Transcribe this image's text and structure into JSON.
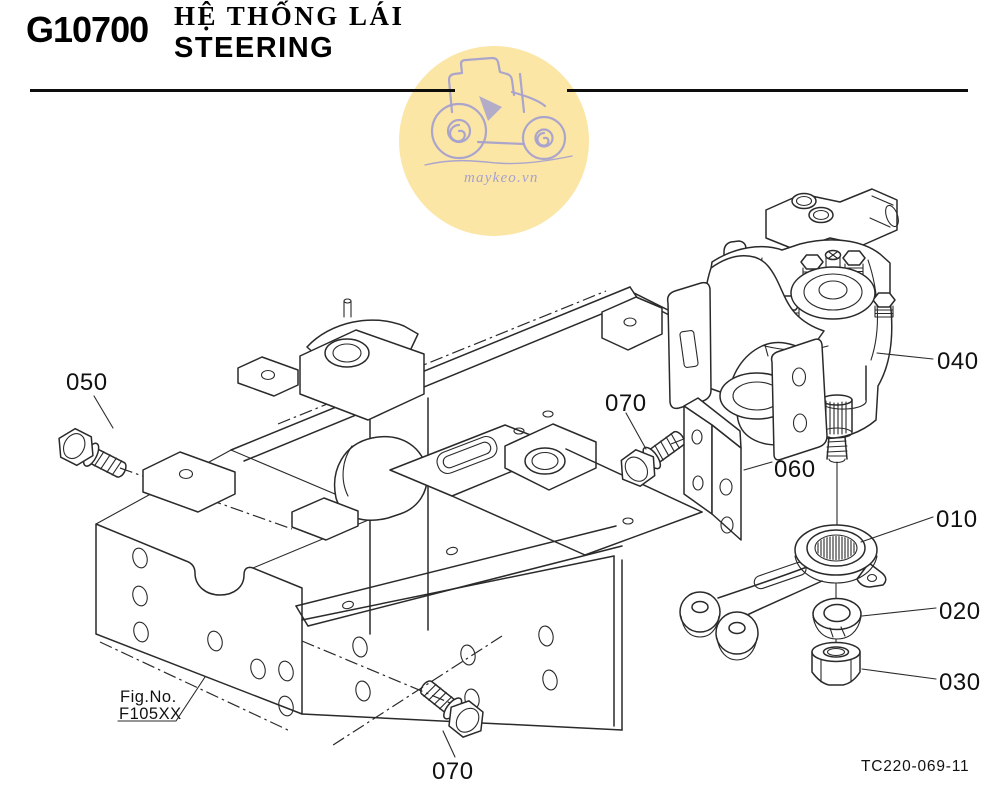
{
  "header": {
    "code": "G10700",
    "title_primary": "HỆ THỐNG LÁI",
    "title_secondary": "STEERING"
  },
  "watermark": {
    "site": "maykeo.vn"
  },
  "figure": {
    "fig_no": {
      "label": "Fig.No.",
      "value": "F105XX"
    },
    "sheet_code": "TC220-069-11",
    "callouts": [
      {
        "ref": "050"
      },
      {
        "ref": "070"
      },
      {
        "ref": "060"
      },
      {
        "ref": "040"
      },
      {
        "ref": "010"
      },
      {
        "ref": "020"
      },
      {
        "ref": "030"
      },
      {
        "ref": "070"
      }
    ]
  },
  "colors": {
    "line": "#2a2a2a",
    "text": "#111111",
    "watermark_fill": "#FBE6A6",
    "watermark_line": "#A6A1CE"
  }
}
